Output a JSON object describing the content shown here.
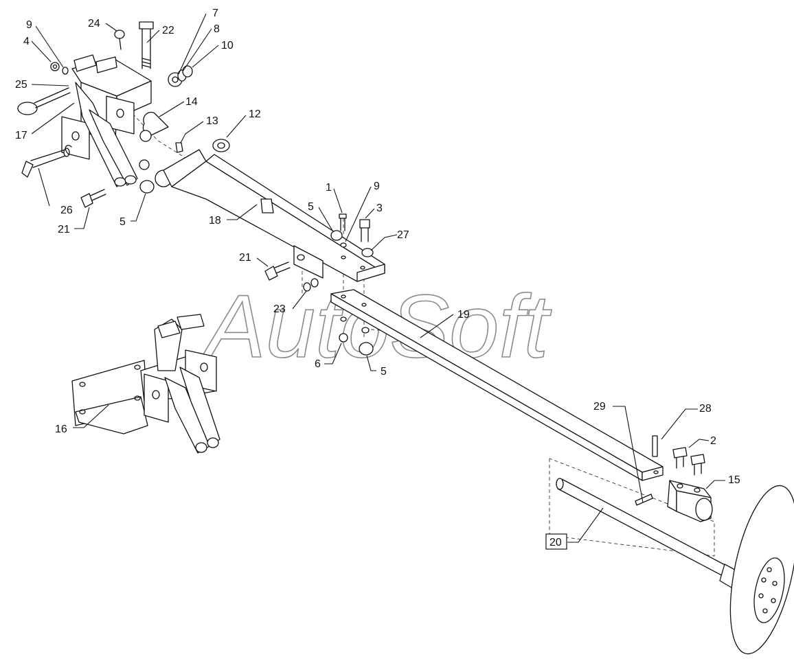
{
  "watermark": "AutoSoft",
  "boxed_label": "20",
  "callouts": [
    {
      "id": "c7",
      "text": "7"
    },
    {
      "id": "c8",
      "text": "8"
    },
    {
      "id": "c10",
      "text": "10"
    },
    {
      "id": "c9a",
      "text": "9"
    },
    {
      "id": "c24",
      "text": "24"
    },
    {
      "id": "c22",
      "text": "22"
    },
    {
      "id": "c4",
      "text": "4"
    },
    {
      "id": "c25",
      "text": "25"
    },
    {
      "id": "c17",
      "text": "17"
    },
    {
      "id": "c14",
      "text": "14"
    },
    {
      "id": "c13",
      "text": "13"
    },
    {
      "id": "c12",
      "text": "12"
    },
    {
      "id": "c26",
      "text": "26"
    },
    {
      "id": "c21a",
      "text": "21"
    },
    {
      "id": "c5a",
      "text": "5"
    },
    {
      "id": "c1",
      "text": "1"
    },
    {
      "id": "c9b",
      "text": "9"
    },
    {
      "id": "c5b",
      "text": "5"
    },
    {
      "id": "c3",
      "text": "3"
    },
    {
      "id": "c27",
      "text": "27"
    },
    {
      "id": "c18",
      "text": "18"
    },
    {
      "id": "c21b",
      "text": "21"
    },
    {
      "id": "c23",
      "text": "23"
    },
    {
      "id": "c19",
      "text": "19"
    },
    {
      "id": "c6",
      "text": "6"
    },
    {
      "id": "c5c",
      "text": "5"
    },
    {
      "id": "c16",
      "text": "16"
    },
    {
      "id": "c29",
      "text": "29"
    },
    {
      "id": "c28",
      "text": "28"
    },
    {
      "id": "c2",
      "text": "2"
    },
    {
      "id": "c15",
      "text": "15"
    }
  ]
}
